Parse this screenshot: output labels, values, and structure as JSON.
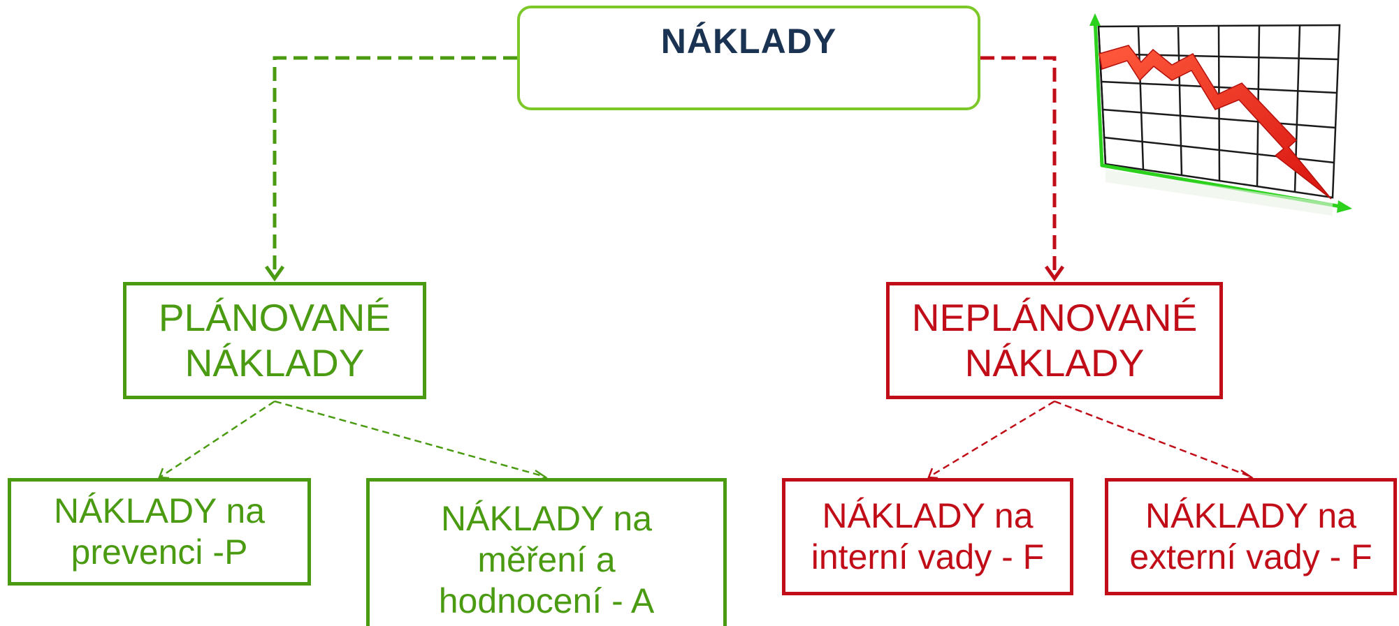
{
  "diagram": {
    "root": {
      "label": "NÁKLADY"
    },
    "planned": {
      "lines": [
        "PLÁNOVANÉ",
        "NÁKLADY"
      ],
      "color": "#4a9b12",
      "children": [
        {
          "lines": [
            "NÁKLADY na",
            "prevenci -P"
          ]
        },
        {
          "lines": [
            "NÁKLADY na",
            "měření a",
            "hodnocení - A"
          ]
        }
      ]
    },
    "unplanned": {
      "lines": [
        "NEPLÁNOVANÉ",
        "NÁKLADY"
      ],
      "color": "#c00d18",
      "children": [
        {
          "lines": [
            "NÁKLADY na",
            "interní vady - F"
          ]
        },
        {
          "lines": [
            "NÁKLADY na",
            "externí vady - F"
          ]
        }
      ]
    },
    "root_border_color": "#7cc829",
    "root_text_color": "#1b3352"
  },
  "decoration": {
    "icon": "declining-chart-icon",
    "arrow_color": "#e8231c",
    "grid_color": "#1a1a1a",
    "axis_color": "#2bd11c"
  }
}
